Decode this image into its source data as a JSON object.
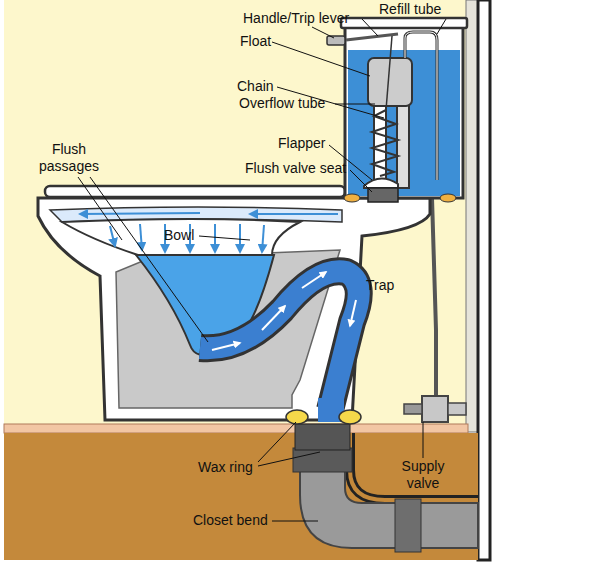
{
  "diagram": {
    "labels": [
      "Handle/Trip lever",
      "Refill tube",
      "Float",
      "Chain",
      "Overflow tube",
      "Flapper",
      "Flush valve seat",
      "Flush passages",
      "Bowl",
      "Trap",
      "Wax ring",
      "Supply valve",
      "Closet bend"
    ]
  }
}
